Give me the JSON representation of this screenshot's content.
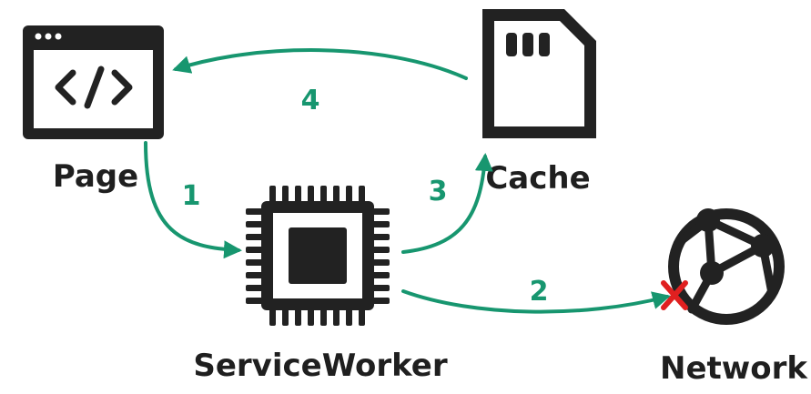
{
  "nodes": {
    "page": {
      "label": "Page",
      "icon": "code-window-icon"
    },
    "cache": {
      "label": "Cache",
      "icon": "sd-card-icon"
    },
    "service_worker": {
      "label": "ServiceWorker",
      "icon": "chip-icon"
    },
    "network": {
      "label": "Network",
      "icon": "globe-network-icon"
    }
  },
  "edges": [
    {
      "from": "Page",
      "to": "ServiceWorker",
      "label": "1"
    },
    {
      "from": "ServiceWorker",
      "to": "Network",
      "label": "2",
      "status": "failed"
    },
    {
      "from": "ServiceWorker",
      "to": "Cache",
      "label": "3"
    },
    {
      "from": "Cache",
      "to": "Page",
      "label": "4"
    }
  ],
  "colors": {
    "arrow": "#17966f",
    "icon": "#222222",
    "error": "#e02020",
    "background": "#ffffff"
  }
}
